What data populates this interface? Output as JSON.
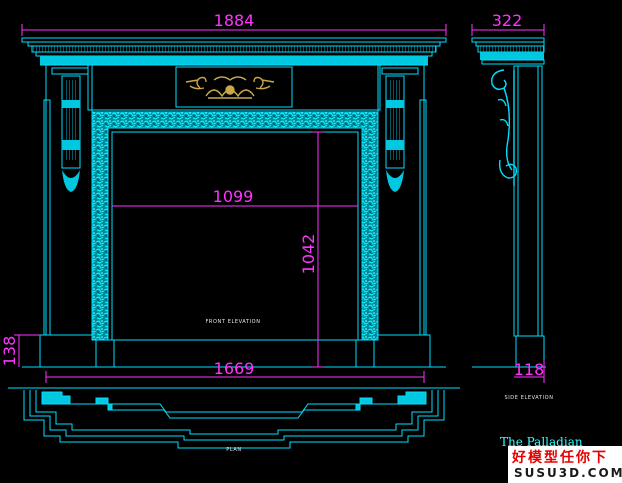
{
  "dimensions": {
    "overall_width": "1884",
    "side_depth": "322",
    "opening_width": "1099",
    "opening_height": "1042",
    "plinth_height": "138",
    "hearth_width": "1669",
    "side_plinth_depth": "118"
  },
  "labels": {
    "front_elevation": "FRONT ELEVATION",
    "side_elevation": "SIDE ELEVATION",
    "plan": "PLAN",
    "model_name": "The Palladian"
  },
  "watermark": {
    "chinese": "好模型任你下",
    "url": "SUSU3D.COM"
  },
  "colors": {
    "background": "#000000",
    "linework": "#00e0ff",
    "dimension": "#ff33ff",
    "ornament": "#c8a84a"
  }
}
